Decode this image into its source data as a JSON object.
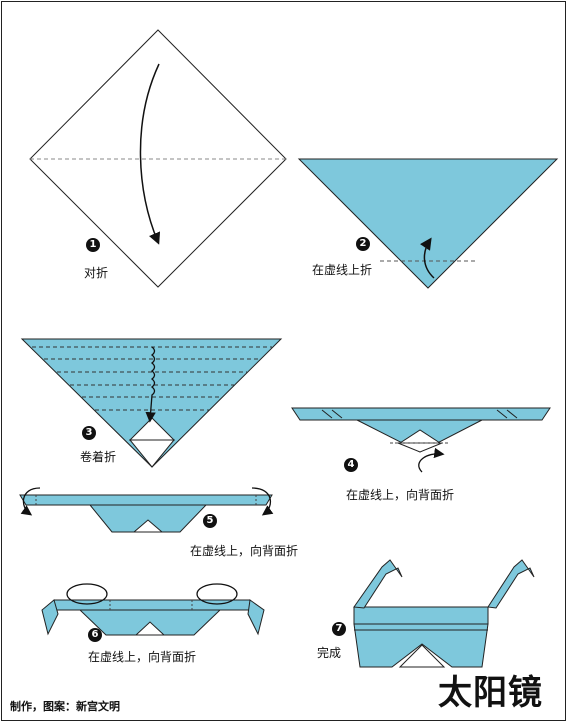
{
  "title": "太阳镜",
  "credits": "制作，图案：新宫文明",
  "colors": {
    "paper": "#7ec8dc",
    "line": "#222222",
    "fold": "#888888",
    "white": "#ffffff"
  },
  "steps": [
    {
      "number": "1",
      "text": "对折"
    },
    {
      "number": "2",
      "text": "在虚线上折"
    },
    {
      "number": "3",
      "text": "卷着折"
    },
    {
      "number": "4",
      "text": "在虚线上，向背面折"
    },
    {
      "number": "5",
      "text": "在虚线上，向背面折"
    },
    {
      "number": "6",
      "text": "在虚线上，向背面折"
    },
    {
      "number": "7",
      "text": "完成"
    }
  ]
}
